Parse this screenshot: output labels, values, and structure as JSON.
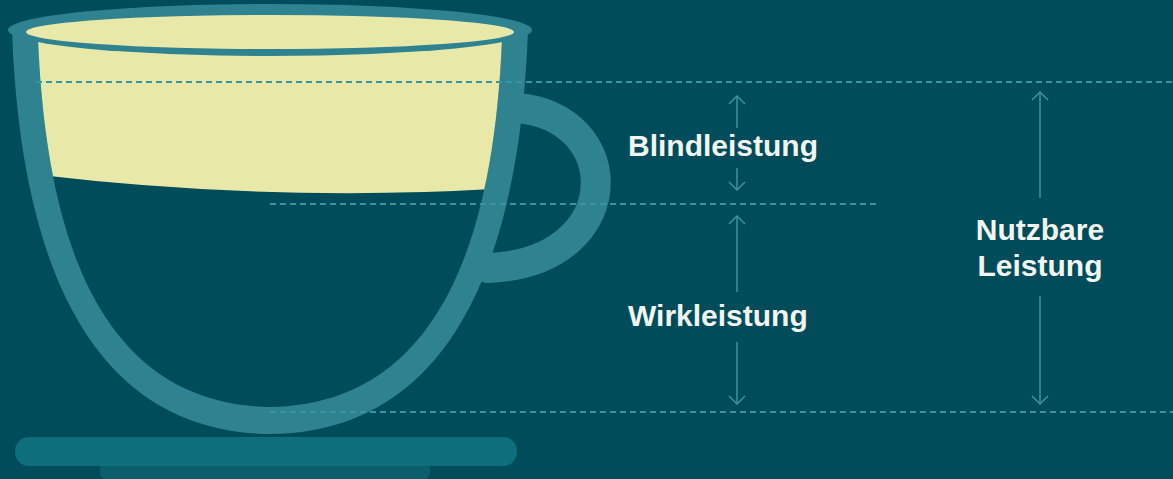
{
  "diagram": {
    "labels": [
      "Blindleistung",
      "Wirkleistung",
      "Nutzbare Leistung"
    ]
  }
}
